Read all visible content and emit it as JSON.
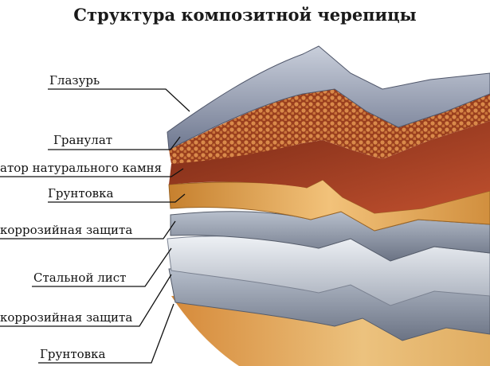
{
  "title": "Структура композитной черепицы",
  "layers": [
    {
      "label": "Глазурь",
      "color": "#8c95a8"
    },
    {
      "label": "Гранулат",
      "color": "#b4562a"
    },
    {
      "label": "атор натурального камня",
      "color": "#a23a22"
    },
    {
      "label": "Грунтовка",
      "color": "#e3a24a"
    },
    {
      "label": "коррозийная защита",
      "color": "#8b93a2"
    },
    {
      "label": "Стальной лист",
      "color": "#c9ced6"
    },
    {
      "label": "коррозийная защита",
      "color": "#7f8796"
    },
    {
      "label": "Грунтовка",
      "color": "#d9a35a"
    }
  ]
}
